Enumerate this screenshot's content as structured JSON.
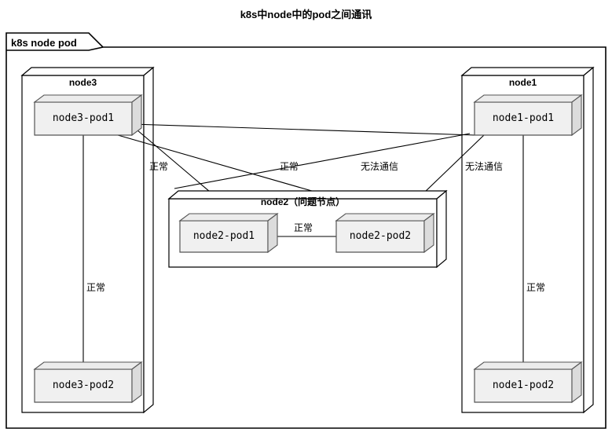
{
  "title": "k8s中node中的pod之间通讯",
  "frame": {
    "label": "k8s node pod"
  },
  "colors": {
    "stroke": "#000000",
    "pod_fill": "#f0f0f0",
    "pod_side_fill": "#d8d8d8",
    "node_fill": "#ffffff",
    "background": "#ffffff"
  },
  "nodes": [
    {
      "id": "node3",
      "title": "node3",
      "pods": [
        {
          "id": "node3-pod1",
          "label": "node3-pod1"
        },
        {
          "id": "node3-pod2",
          "label": "node3-pod2"
        }
      ]
    },
    {
      "id": "node2",
      "title": "node2（问题节点）",
      "pods": [
        {
          "id": "node2-pod1",
          "label": "node2-pod1"
        },
        {
          "id": "node2-pod2",
          "label": "node2-pod2"
        }
      ]
    },
    {
      "id": "node1",
      "title": "node1",
      "pods": [
        {
          "id": "node1-pod1",
          "label": "node1-pod1"
        },
        {
          "id": "node1-pod2",
          "label": "node1-pod2"
        }
      ]
    }
  ],
  "edges": [
    {
      "id": "edge-node3pod1-node3pod2",
      "from": "node3-pod1",
      "to": "node3-pod2",
      "label": "正常"
    },
    {
      "id": "edge-node3pod1-node2pod1",
      "from": "node3-pod1",
      "to": "node2-pod1",
      "label": "正常"
    },
    {
      "id": "edge-node3pod1-node1pod1",
      "from": "node3-pod1",
      "to": "node1-pod1",
      "label": "正常"
    },
    {
      "id": "edge-node3pod1-node2pod2",
      "from": "node3-pod1",
      "to": "node2-pod2",
      "label": "无法通信"
    },
    {
      "id": "edge-node2pod1-node2pod2",
      "from": "node2-pod1",
      "to": "node2-pod2",
      "label": "正常"
    },
    {
      "id": "edge-node1pod1-node2pod2",
      "from": "node1-pod1",
      "to": "node2-pod2",
      "label": "无法通信"
    },
    {
      "id": "edge-node1pod1-node1pod2",
      "from": "node1-pod1",
      "to": "node1-pod2",
      "label": "正常"
    }
  ],
  "edge_labels": {
    "node3_vertical": "正常",
    "node3_to_node2pod1": "正常",
    "node3_to_node1pod1": "正常",
    "node3_to_node2pod2": "无法通信",
    "node2_internal": "正常",
    "node1_to_node2pod2": "无法通信",
    "node1_vertical": "正常"
  }
}
